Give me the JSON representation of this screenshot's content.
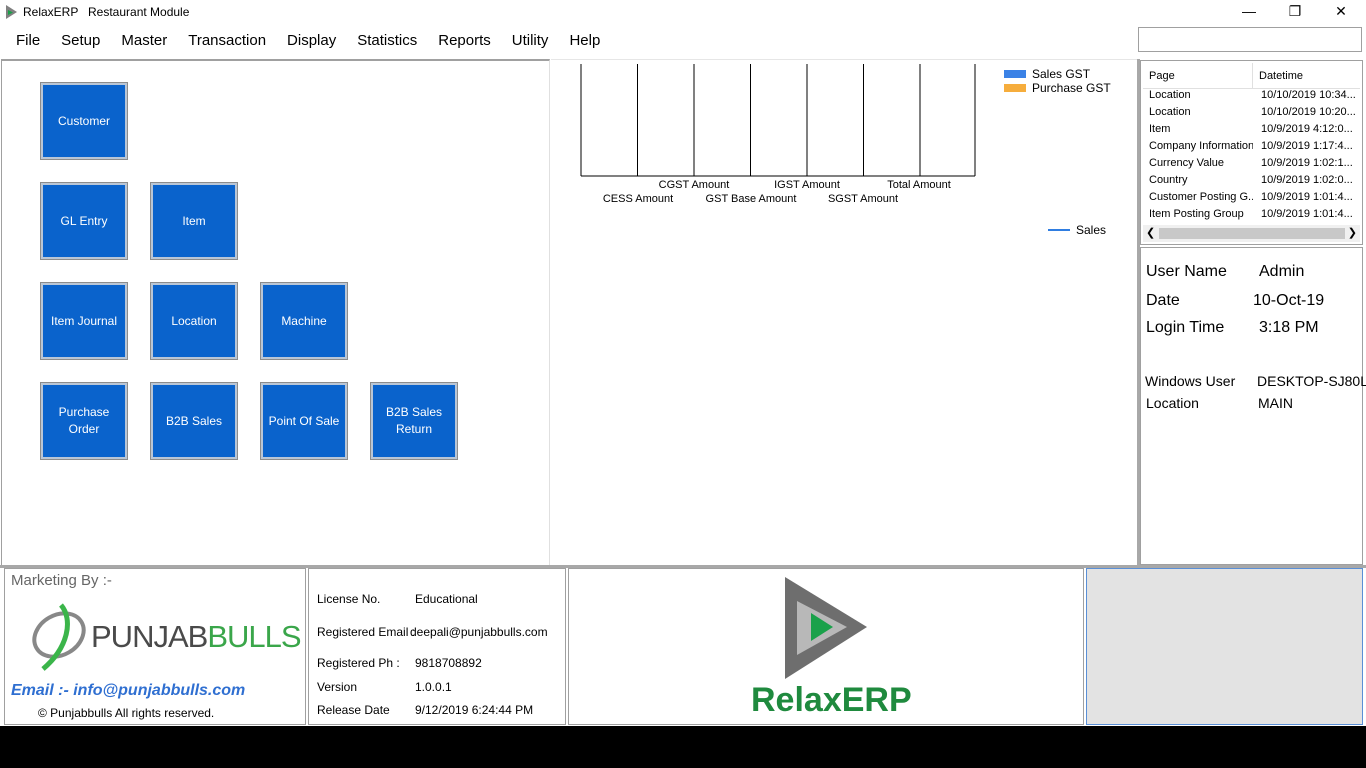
{
  "window": {
    "app_name": "RelaxERP",
    "module_name": "Restaurant Module",
    "min_glyph": "—",
    "max_glyph": "❐",
    "close_glyph": "✕"
  },
  "menu": [
    "File",
    "Setup",
    "Master",
    "Transaction",
    "Display",
    "Statistics",
    "Reports",
    "Utility",
    "Help"
  ],
  "search": {
    "value": ""
  },
  "tiles": [
    "Customer",
    "GL Entry",
    "Item",
    "Item Journal",
    "Location",
    "Machine",
    "Purchase Order",
    "B2B Sales",
    "Point Of Sale",
    "B2B Sales Return"
  ],
  "chart": {
    "legend": [
      {
        "name": "Sales GST",
        "color": "#3b82e6"
      },
      {
        "name": "Purchase GST",
        "color": "#f6ad3c"
      }
    ],
    "line_legend": {
      "name": "Sales",
      "color": "#2f7de1"
    },
    "x_labels_top": [
      "CGST Amount",
      "IGST Amount",
      "Total Amount"
    ],
    "x_labels_bottom": [
      "CESS Amount",
      "GST Base Amount",
      "SGST Amount"
    ]
  },
  "recent": {
    "headers": [
      "Page",
      "Datetime"
    ],
    "rows": [
      [
        "Location",
        "10/10/2019 10:34..."
      ],
      [
        "Location",
        "10/10/2019 10:20..."
      ],
      [
        "Item",
        "10/9/2019 4:12:0..."
      ],
      [
        "Company Information",
        "10/9/2019 1:17:4..."
      ],
      [
        "Currency Value",
        "10/9/2019 1:02:1..."
      ],
      [
        "Country",
        "10/9/2019 1:02:0..."
      ],
      [
        "Customer Posting G...",
        "10/9/2019 1:01:4..."
      ],
      [
        "Item Posting Group",
        "10/9/2019 1:01:4..."
      ]
    ]
  },
  "user_info": {
    "user_name_label": "User Name",
    "user_name": "Admin",
    "date_label": "Date",
    "date": "10-Oct-19",
    "login_label": "Login Time",
    "login_time": "3:18 PM",
    "windows_user_label": "Windows User",
    "windows_user": "DESKTOP-SJ80L",
    "location_label": "Location",
    "location": "MAIN"
  },
  "marketing": {
    "title": "Marketing  By :-",
    "brand_a": "PUNJAB",
    "brand_b": "BULLS",
    "email_line": "Email :- info@punjabbulls.com",
    "copyright": "© Punjabbulls All rights reserved."
  },
  "license": {
    "license_label": "License No.",
    "license_value": "Educational",
    "email_label": "Registered Email :",
    "email_value": "deepali@punjabbulls.com",
    "phone_label": "Registered Ph :",
    "phone_value": "9818708892",
    "version_label": "Version",
    "version_value": "1.0.0.1",
    "release_label": "Release Date",
    "release_value": "9/12/2019 6:24:44 PM"
  },
  "logo": {
    "text": "RelaxERP"
  },
  "note": {
    "value": ""
  }
}
